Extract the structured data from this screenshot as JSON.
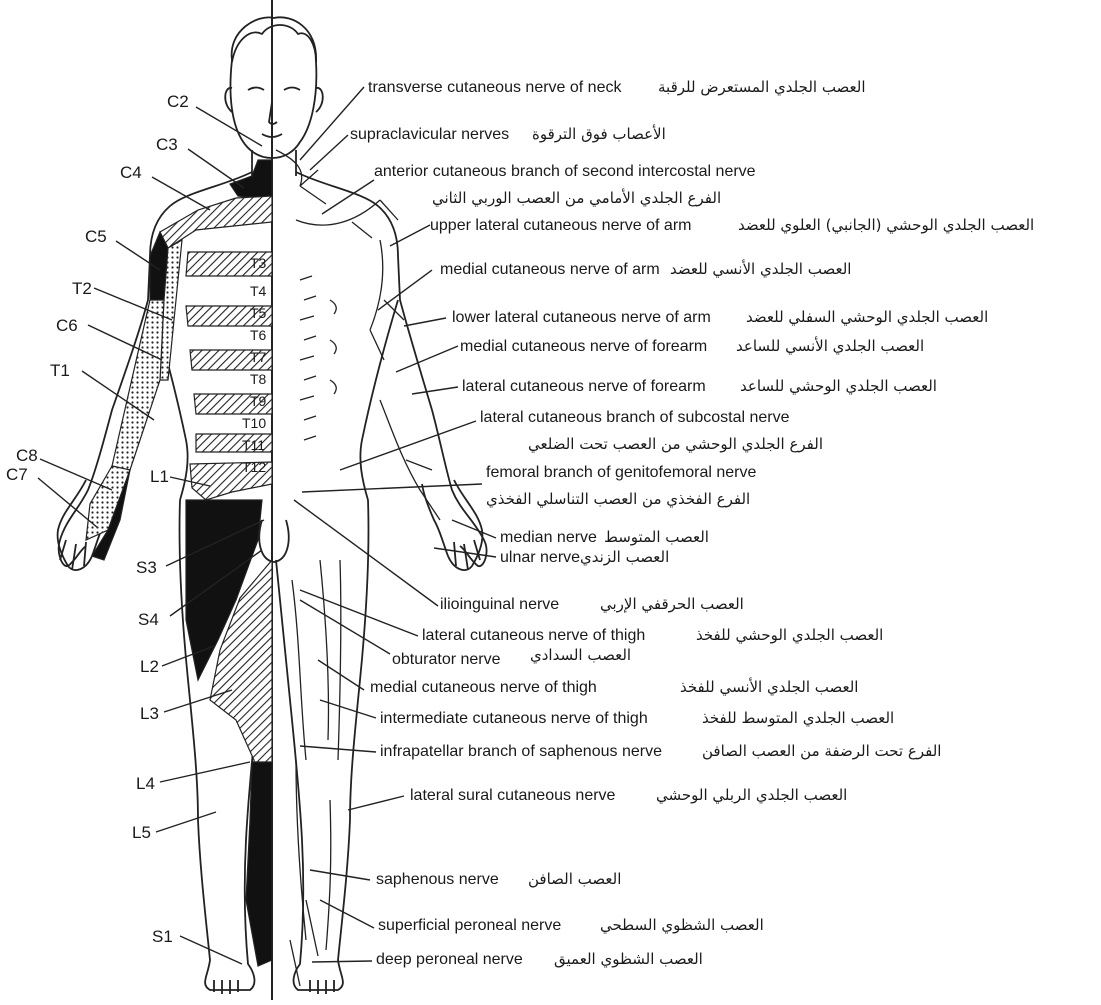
{
  "segments": {
    "C2": "C2",
    "C3": "C3",
    "C4": "C4",
    "C5": "C5",
    "T2": "T2",
    "C6": "C6",
    "T1": "T1",
    "C8": "C8",
    "C7": "C7",
    "L1": "L1",
    "S3": "S3",
    "S4": "S4",
    "L2": "L2",
    "L3": "L3",
    "L4": "L4",
    "L5": "L5",
    "S1": "S1",
    "T3": "T3",
    "T4": "T4",
    "T5": "T5",
    "T6": "T6",
    "T7": "T7",
    "T8": "T8",
    "T9": "T9",
    "T10": "T10",
    "T11": "T11",
    "T12": "T12"
  },
  "nerves": [
    {
      "en": "transverse cutaneous nerve of neck",
      "ar": "العصب الجلدي المستعرض للرقبة"
    },
    {
      "en": "supraclavicular nerves",
      "ar": "الأعصاب فوق الترقوة"
    },
    {
      "en": "anterior cutaneous branch of second intercostal nerve",
      "ar": "الفرع الجلدي الأمامي من العصب الوربي الثاني"
    },
    {
      "en": "upper lateral cutaneous nerve of arm",
      "ar": "العصب الجلدي الوحشي (الجانبي) العلوي للعضد"
    },
    {
      "en": "medial cutaneous nerve of arm",
      "ar": "العصب الجلدي الأنسي للعضد"
    },
    {
      "en": "lower lateral cutaneous nerve of arm",
      "ar": "العصب الجلدي الوحشي السفلي للعضد"
    },
    {
      "en": "medial cutaneous nerve of forearm",
      "ar": "العصب الجلدي الأنسي للساعد"
    },
    {
      "en": "lateral cutaneous nerve of forearm",
      "ar": "العصب الجلدي الوحشي للساعد"
    },
    {
      "en": "lateral cutaneous branch of subcostal nerve",
      "ar": "الفرع الجلدي الوحشي من العصب تحت الضلعي"
    },
    {
      "en": "femoral branch of genitofemoral nerve",
      "ar": "الفرع الفخذي من العصب التناسلي الفخذي"
    },
    {
      "en": "median nerve",
      "ar": "العصب المتوسط"
    },
    {
      "en": "ulnar nerve",
      "ar": "العصب الزندي"
    },
    {
      "en": "ilioinguinal nerve",
      "ar": "العصب الحرقفي الإربي"
    },
    {
      "en": "lateral cutaneous nerve of thigh",
      "ar": "العصب الجلدي الوحشي للفخذ"
    },
    {
      "en": "obturator nerve",
      "ar": "العصب السدادي"
    },
    {
      "en": "medial cutaneous nerve of thigh",
      "ar": "العصب الجلدي الأنسي للفخذ"
    },
    {
      "en": "intermediate cutaneous nerve of thigh",
      "ar": "العصب الجلدي المتوسط للفخذ"
    },
    {
      "en": "infrapatellar branch of saphenous nerve",
      "ar": "الفرع تحت الرضفة من العصب الصافن"
    },
    {
      "en": "lateral sural cutaneous nerve",
      "ar": "العصب الجلدي الربلي الوحشي"
    },
    {
      "en": "saphenous nerve",
      "ar": "العصب الصافن"
    },
    {
      "en": "superficial peroneal nerve",
      "ar": "العصب الشظوي السطحي"
    },
    {
      "en": "deep peroneal nerve",
      "ar": "العصب الشظوي العميق"
    }
  ]
}
